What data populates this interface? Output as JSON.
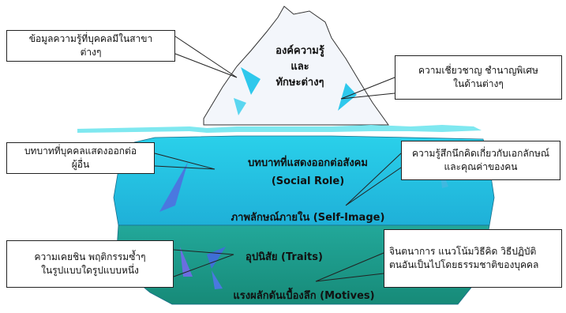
{
  "tip": {
    "line1": "องค์ความรู้",
    "line2": "และ",
    "line3": "ทักษะต่างๆ"
  },
  "layers": {
    "social_role": "บทบาทที่แสดงออกต่อสังคม",
    "social_role_en": "(Social Role)",
    "self_image": "ภาพลักษณ์ภายใน (Self-Image)",
    "traits": "อุปนิสัย (Traits)",
    "motives": "แรงผลักดันเบื้องลึก (Motives)"
  },
  "callouts": {
    "knowledge": [
      "ข้อมูลความรู้ที่บุคคลมีในสาขา",
      "ต่างๆ"
    ],
    "skills": [
      "ความเชี่ยวชาญ ชำนาญพิเศษ",
      "ในด้านต่างๆ"
    ],
    "role": [
      "บทบาทที่บุคคลแสดงออกต่อ",
      "ผู้อื่น"
    ],
    "self_image": [
      "ความรู้สึกนึกคิดเกี่ยวกับเอกลักษณ์",
      "และคุณค่าของคน"
    ],
    "traits": [
      "ความเคยชิน พฤติกรรมซ้ำๆ",
      "ในรูปแบบใดรูปแบบหนึ่ง"
    ],
    "motives": [
      "จินตนาการ แนวโน้มวิธีคิด วิธีปฏิบัติ",
      "ตนอันเป็นไปโดยธรรมชาติของบุคคล"
    ]
  },
  "colors": {
    "tip_fill": "#f3f6fb",
    "water": "#7fe8f0",
    "upper_body": "#27c4e6",
    "lower_body": "#1fa08c",
    "facet": "#4a78e0"
  }
}
